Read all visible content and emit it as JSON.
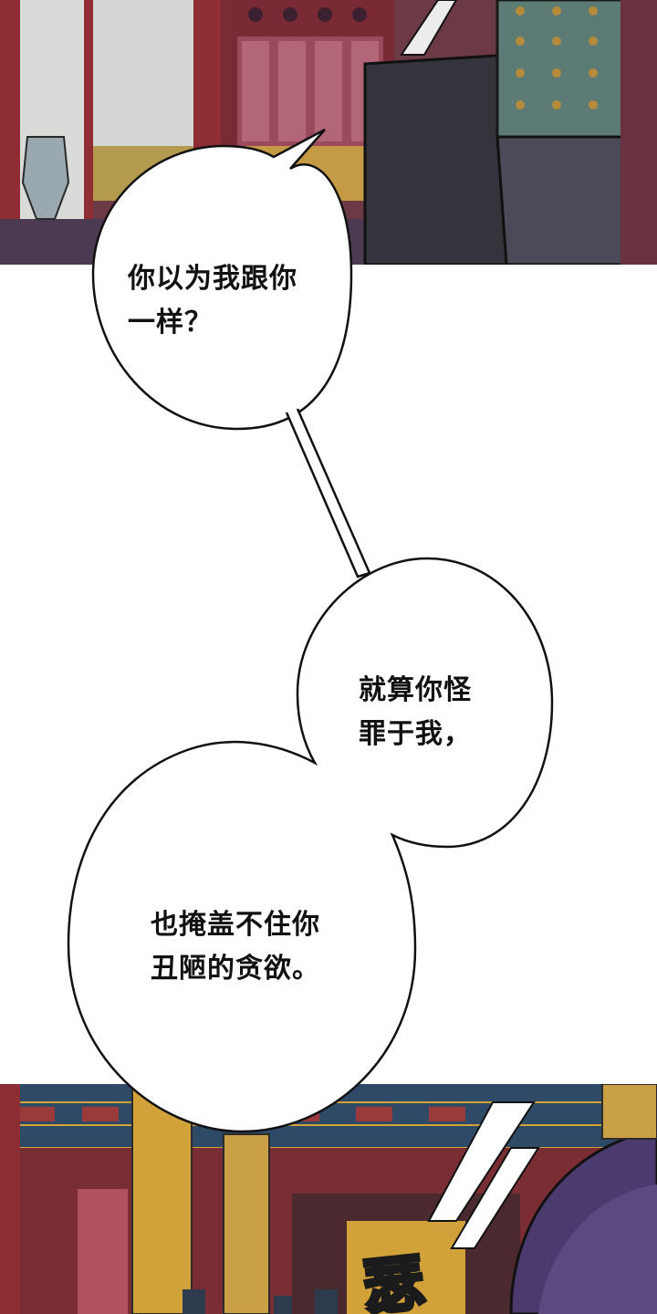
{
  "panels": {
    "top": {
      "scene": "palace-interior-with-armored-guard"
    },
    "bottom": {
      "scene": "palace-hall-exterior-with-purple-haired-character"
    }
  },
  "bubbles": [
    {
      "text": "你以为我跟你\n一样？"
    },
    {
      "text": "就算你怪\n罪于我，"
    },
    {
      "text": "也掩盖不住你\n丑陋的贪欲。"
    }
  ],
  "sfx": {
    "text": "瑟",
    "color": "#f07c2c"
  },
  "colors": {
    "background": "#ffffff",
    "palace_red": "#8a2a2e",
    "palace_gold": "#d2a23a",
    "armor_teal": "#5d7b75",
    "hair_purple": "#4a3a6e"
  }
}
